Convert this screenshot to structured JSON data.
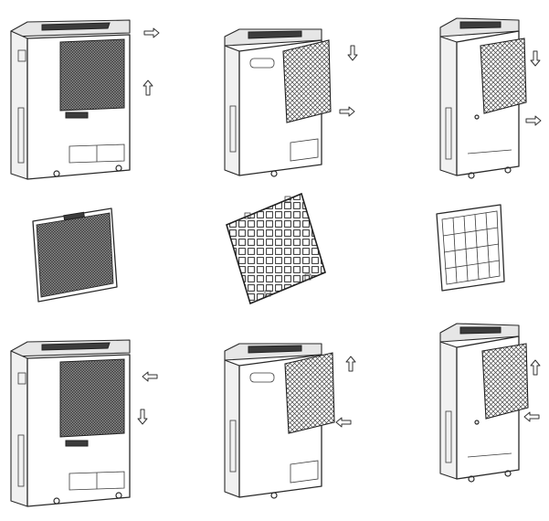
{
  "steps": [
    {
      "row": 1,
      "col": 1,
      "unit": "unit-medium",
      "action": "filter-remove",
      "arrows": [
        "right",
        "up"
      ]
    },
    {
      "row": 1,
      "col": 2,
      "unit": "unit-compact",
      "action": "grille-remove",
      "arrows": [
        "down",
        "right"
      ]
    },
    {
      "row": 1,
      "col": 3,
      "unit": "unit-tall",
      "action": "grille-remove",
      "arrows": [
        "down",
        "right"
      ]
    },
    {
      "row": 2,
      "col": 1,
      "part": "fine-mesh-filter"
    },
    {
      "row": 2,
      "col": 2,
      "part": "honeycomb-filter"
    },
    {
      "row": 2,
      "col": 3,
      "part": "grid-filter"
    },
    {
      "row": 3,
      "col": 1,
      "unit": "unit-medium",
      "action": "filter-insert",
      "arrows": [
        "left",
        "down"
      ]
    },
    {
      "row": 3,
      "col": 2,
      "unit": "unit-compact",
      "action": "grille-attach",
      "arrows": [
        "up",
        "left"
      ]
    },
    {
      "row": 3,
      "col": 3,
      "unit": "unit-tall",
      "action": "grille-attach",
      "arrows": [
        "up",
        "left"
      ]
    }
  ],
  "colors": {
    "line": "#2a2a2a",
    "dark_filter": "#3c3c3c",
    "background": "#ffffff"
  }
}
